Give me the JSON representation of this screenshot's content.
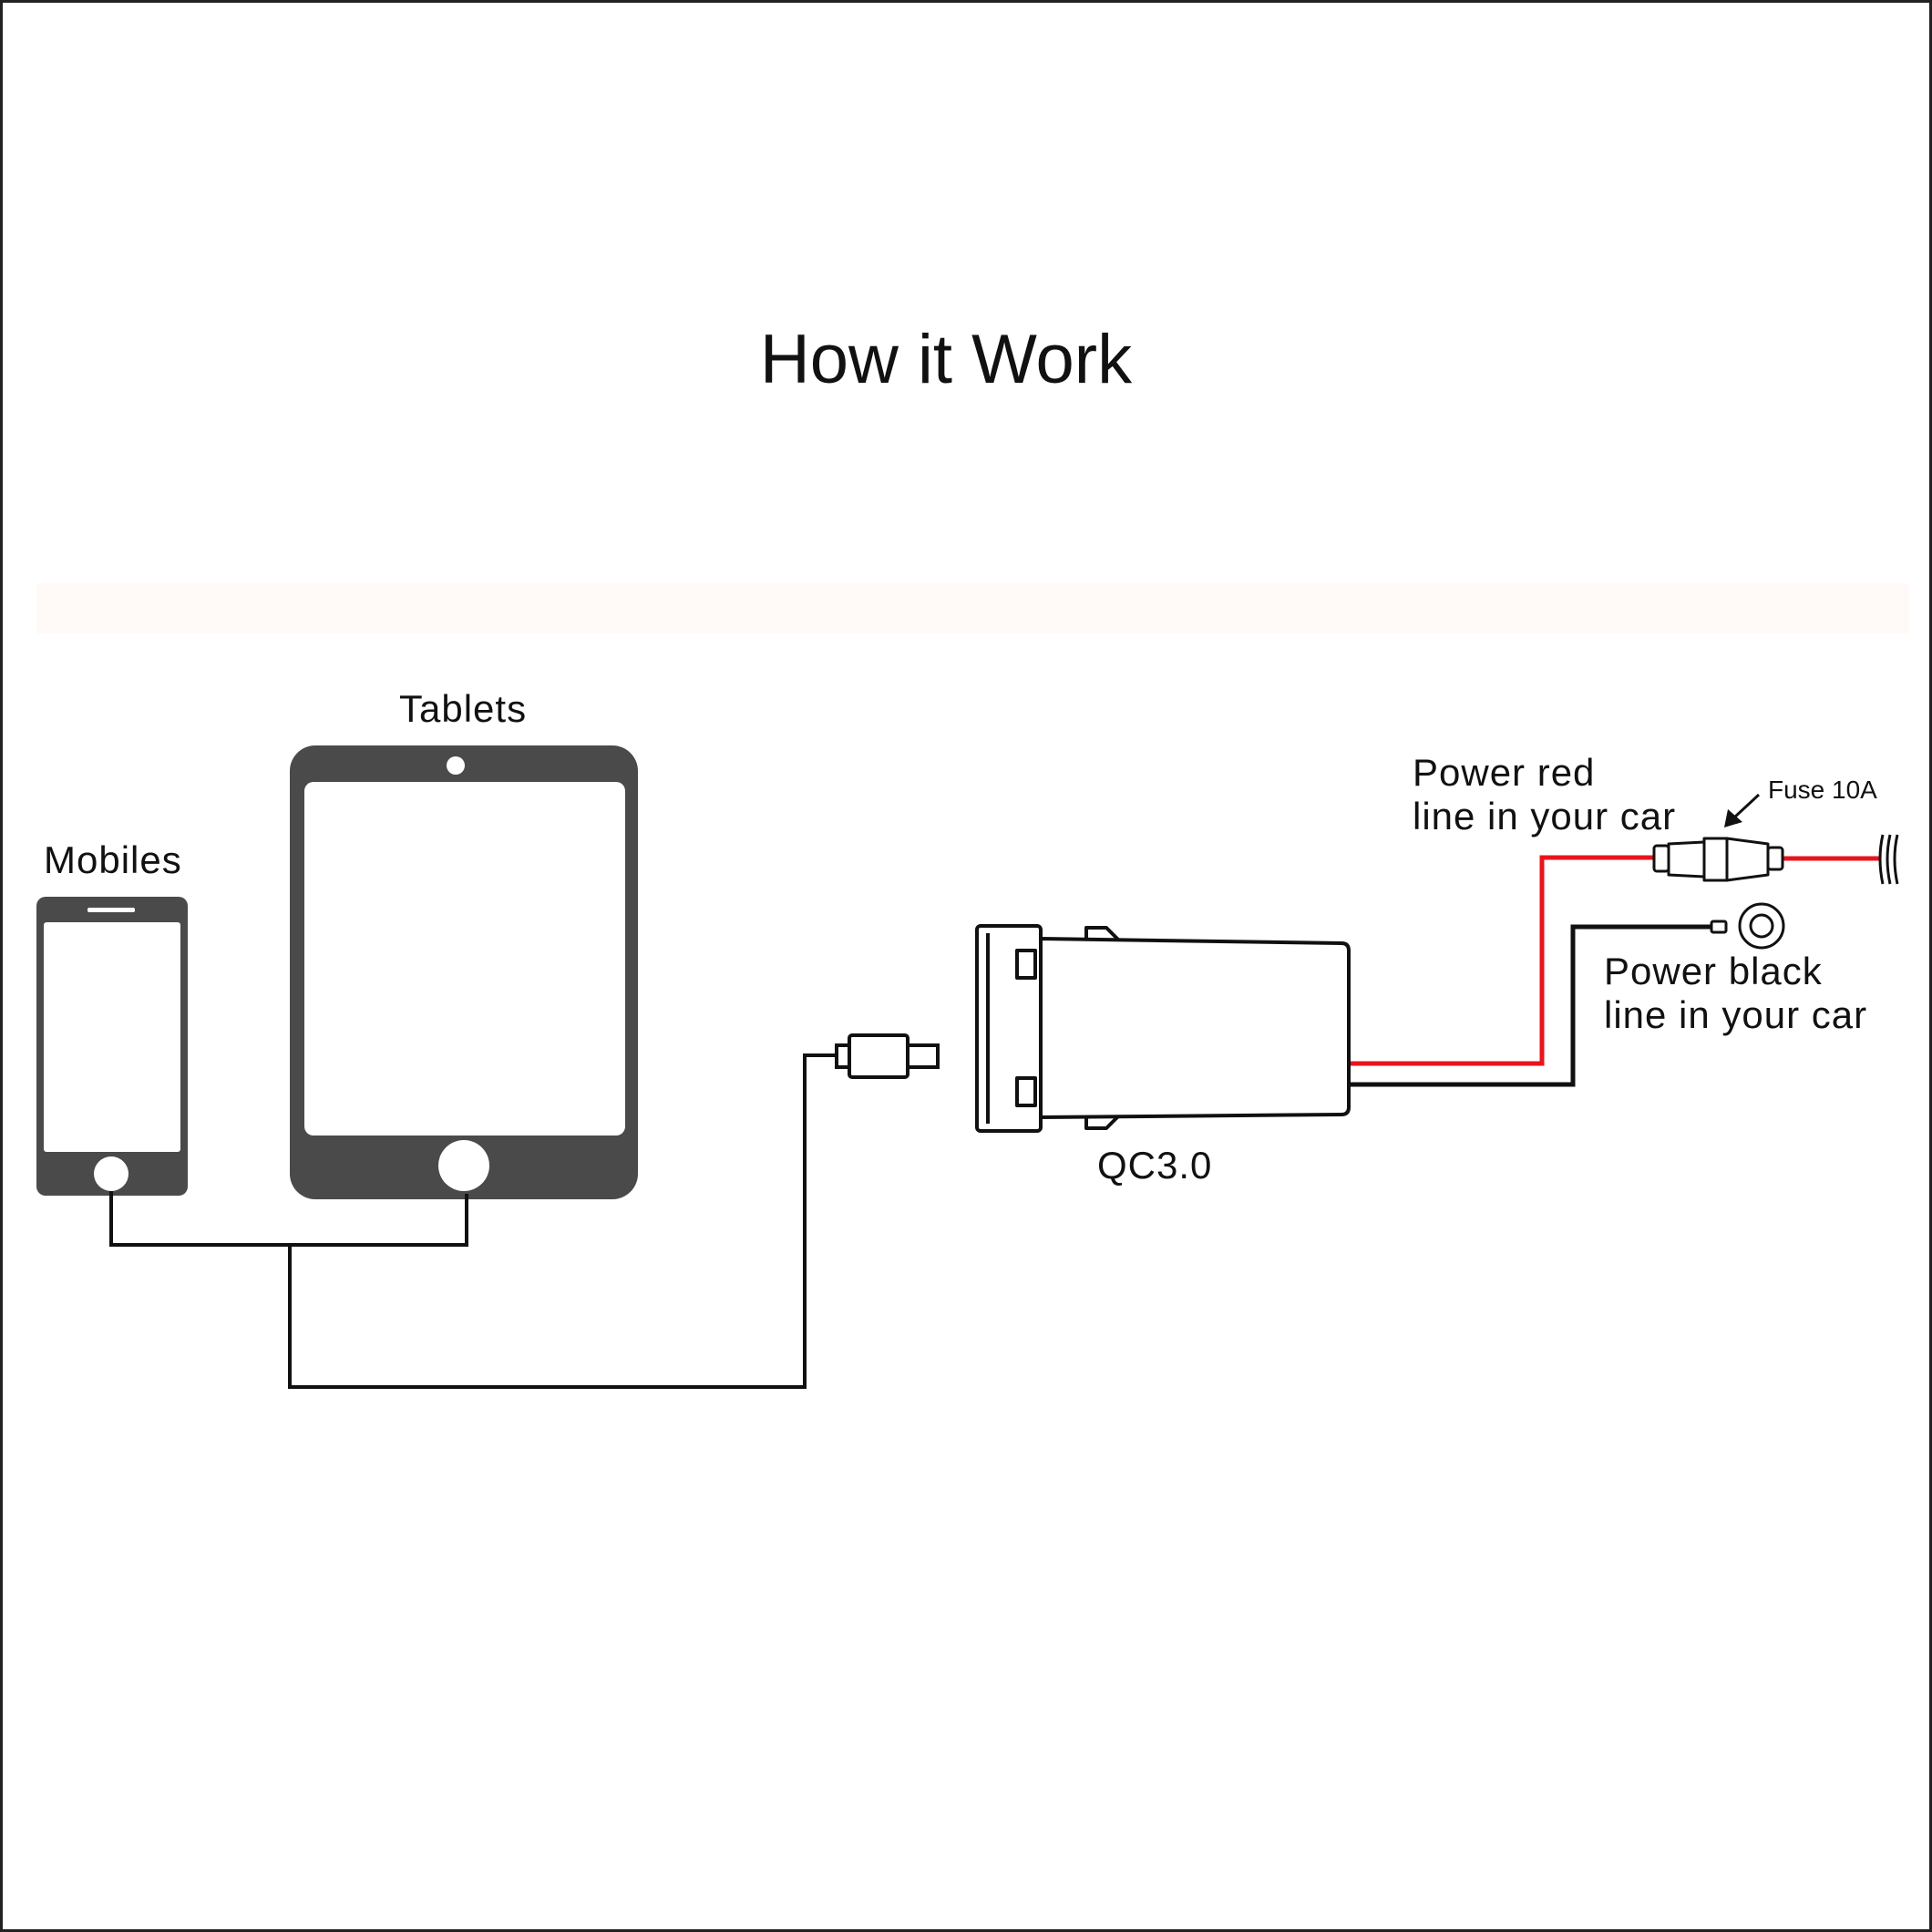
{
  "title": "How it Work",
  "labels": {
    "tablets": "Tablets",
    "mobiles": "Mobiles",
    "qc": "QC3.0",
    "power_red_line1": "Power red",
    "power_red_line2": "line in your car",
    "fuse": "Fuse 10A",
    "power_black_line1": "Power black",
    "power_black_line2": "line in your car"
  },
  "colors": {
    "device_fill": "#4a4a4a",
    "wire_black": "#111111",
    "wire_red": "#e8141b",
    "border": "#222222",
    "band": "#fffaf7"
  }
}
